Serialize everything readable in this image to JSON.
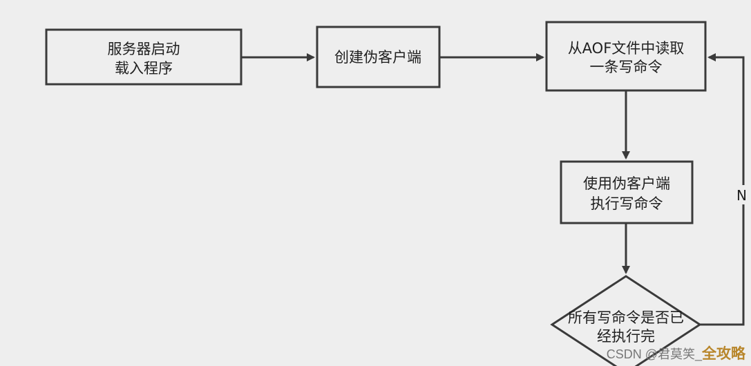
{
  "nodes": {
    "start": {
      "line1": "服务器启动",
      "line2": "载入程序"
    },
    "create_client": {
      "line1": "创建伪客户端"
    },
    "read_command": {
      "line1": "从AOF文件中读取",
      "line2": "一条写命令"
    },
    "execute_command": {
      "line1": "使用伪客户端",
      "line2": "执行写命令"
    },
    "decision": {
      "line1": "所有写命令是否已",
      "line2": "经执行完"
    }
  },
  "edges": {
    "loop_label": "N"
  },
  "watermark": {
    "text": "CSDN @君莫笑_",
    "brand": "全攻略"
  },
  "colors": {
    "line": "#3a3a3a",
    "box_fill": "#eeeeee",
    "background": "#eeeeee"
  }
}
